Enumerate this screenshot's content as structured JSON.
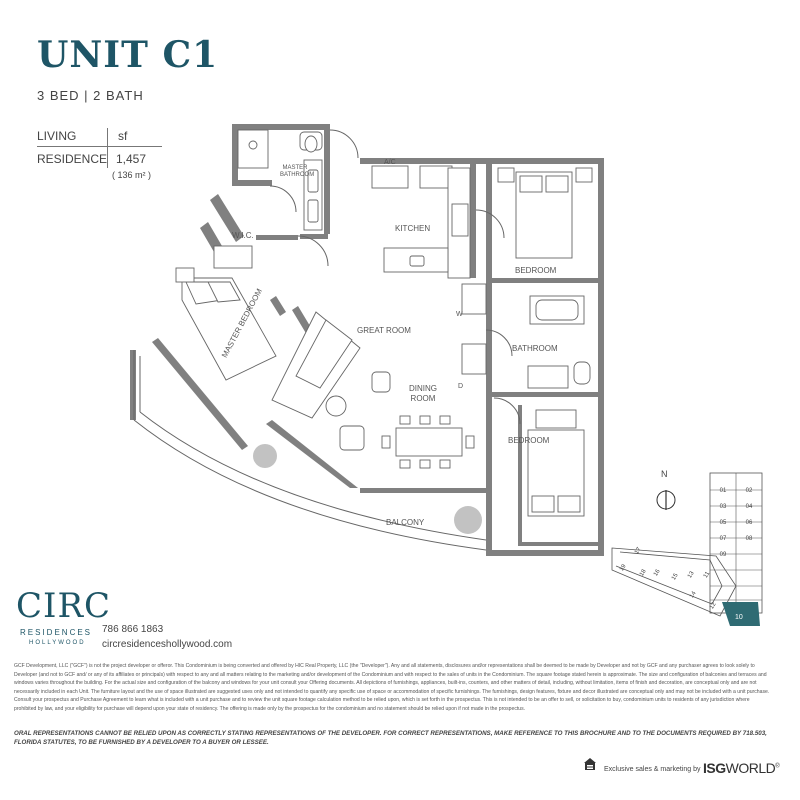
{
  "unit": {
    "title": "UNIT C1",
    "subtitle": "3 BED | 2 BATH"
  },
  "area": {
    "header_label": "LIVING",
    "header_unit": "sf",
    "row_label": "RESIDENCE",
    "sf_value": "1,457",
    "sqm_value": "( 136 m² )"
  },
  "rooms": {
    "master_bathroom_line1": "MASTER",
    "master_bathroom_line2": "BATHROOM",
    "wic": "W.I.C.",
    "ac": "A/C",
    "kitchen": "KITCHEN",
    "great_room": "GREAT ROOM",
    "master_bedroom": "MASTER BEDROOM",
    "dining_line1": "DINING",
    "dining_line2": "ROOM",
    "bedroom_top": "BEDROOM",
    "bathroom": "BATHROOM",
    "bedroom_bottom": "BEDROOM",
    "balcony": "BALCONY",
    "washer": "W",
    "dryer": "D"
  },
  "keyplan": {
    "north_label": "N",
    "highlight_color": "#2f6b73",
    "right_units": [
      "01",
      "02",
      "03",
      "04",
      "05",
      "06",
      "07",
      "08",
      "09"
    ],
    "left_units": [
      "19",
      "17",
      "16",
      "15",
      "14",
      "13",
      "12",
      "11",
      "18"
    ],
    "selected_unit": "10"
  },
  "brand": {
    "name": "CIRC",
    "line1": "RESIDENCES",
    "line2": "HOLLYWOOD",
    "color": "#1e5566",
    "phone": "786 866 1863",
    "website": "circresidenceshollywood.com"
  },
  "legal": {
    "disclaimer": "GCF Development, LLC (\"GCF\") is not the project developer or offeror. This Condominium is being converted and offered by HIC Real Property, LLC (the \"Developer\"). Any and all statements, disclosures and/or representations shall be deemed to be made by Developer and not by GCF and any purchaser agrees to look solely to Developer (and not to GCF and/ or any of its affiliates or principals) with respect to any and all matters relating to the marketing and/or development of the Condominium and with respect to the sales of units in the Condominium. The square footage stated herein is approximate. The size and configuration of balconies and terraces and windows varies throughout the building. For the actual size and configuration of the balcony and windows for your unit consult your Offering documents. All depictions of furnishings, appliances, built-ins, counters, and other matters of detail, including, without limitation, items of finish and decoration, are conceptual only and are not necessarily included in each Unit. The furniture layout and the use of space illustrated are suggested uses only and not intended to quantify any specific use of space or accommodation of specific furnishings. The furnishings, design features, fixture and decor illustrated are conceptual only and may not be included with a unit purchase. Consult your prospectus and Purchase Agreement to learn what is included with a unit purchase and to review the unit square footage calculation method to be relied upon, which is set forth in the prospectus. This is not intended to be an offer to sell, or solicitation to buy, condominium units to residents of any jurisdiction where prohibited by law, and your eligibility for purchase will depend upon your state of residency. The offering is made only by the prospectus for the condominium and no statement should be relied upon if not made in the prospectus.",
    "oral_representations": "ORAL REPRESENTATIONS CANNOT BE RELIED UPON AS CORRECTLY STATING REPRESENTATIONS OF THE DEVELOPER. FOR CORRECT REPRESENTATIONS, MAKE REFERENCE TO THIS BROCHURE AND TO THE DOCUMENTS REQUIRED BY 718.503, FLORIDA STATUTES, TO BE FURNISHED BY A DEVELOPER TO A BUYER OR LESSEE."
  },
  "footer": {
    "marketing_label": "Exclusive sales & marketing by",
    "isg_bold": "ISG",
    "isg_light": "WORLD",
    "registered_mark": "®",
    "equal_housing_icon": "equal-housing-icon"
  }
}
